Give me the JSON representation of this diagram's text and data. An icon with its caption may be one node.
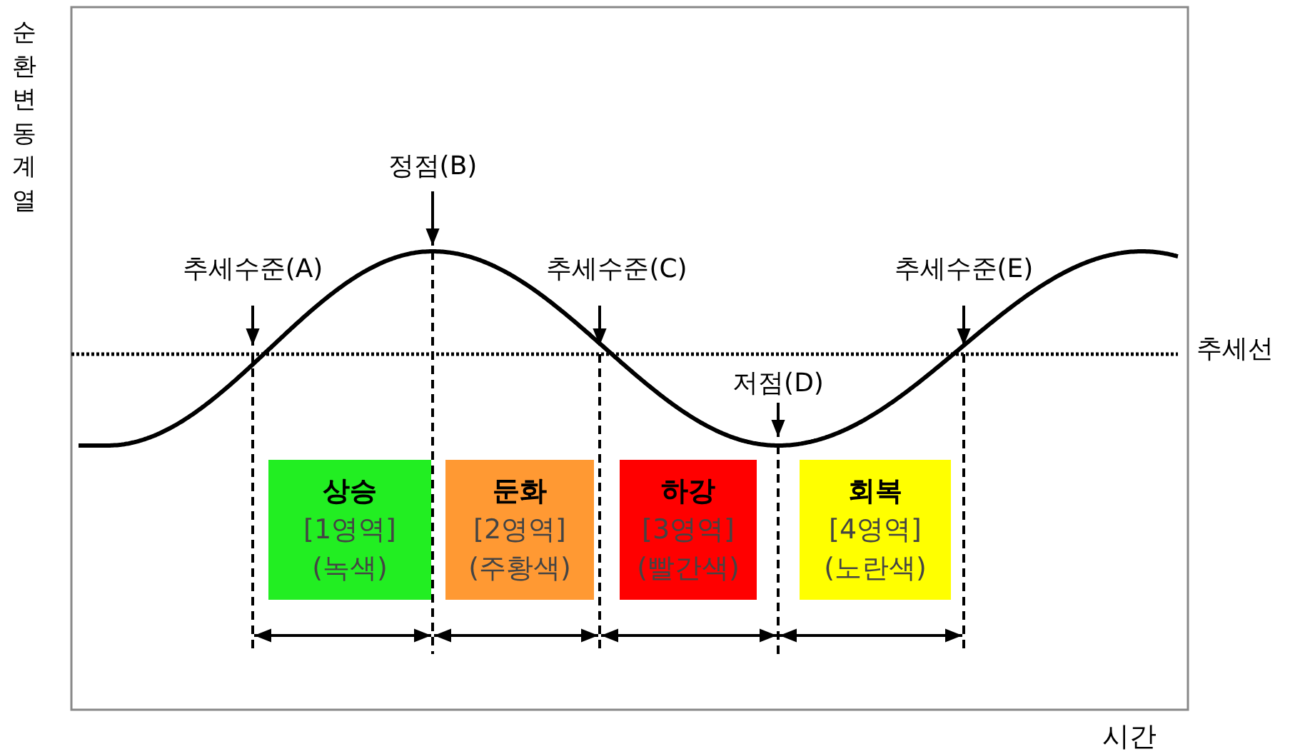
{
  "diagram": {
    "nodes": [
      {
        "text": [
          "상승",
          "[1영역]",
          "(녹색)"
        ]
      },
      {
        "text": [
          "둔화",
          "[2영역]",
          "(주황색)"
        ]
      },
      {
        "text": [
          "하강",
          "[3영역]",
          "(빨간색)"
        ]
      },
      {
        "text": [
          "회복",
          "[4영역]",
          "(노란색)"
        ]
      },
      {
        "text": [
          "추세수준(A)"
        ]
      },
      {
        "text": [
          "정점(B)"
        ]
      },
      {
        "text": [
          "추세수준(C)"
        ]
      },
      {
        "text": [
          "저점(D)"
        ]
      },
      {
        "text": [
          "추세수준(E)"
        ]
      }
    ],
    "edges": [
      {
        "from": 4,
        "to": null,
        "arrow": "to"
      },
      {
        "from": 5,
        "to": null,
        "arrow": "to"
      },
      {
        "from": 6,
        "to": null,
        "arrow": "to"
      },
      {
        "from": 7,
        "to": null,
        "arrow": "to"
      },
      {
        "from": 8,
        "to": null,
        "arrow": "to"
      }
    ],
    "labels": [
      "순환변동계열",
      "추세선",
      "시간"
    ]
  }
}
